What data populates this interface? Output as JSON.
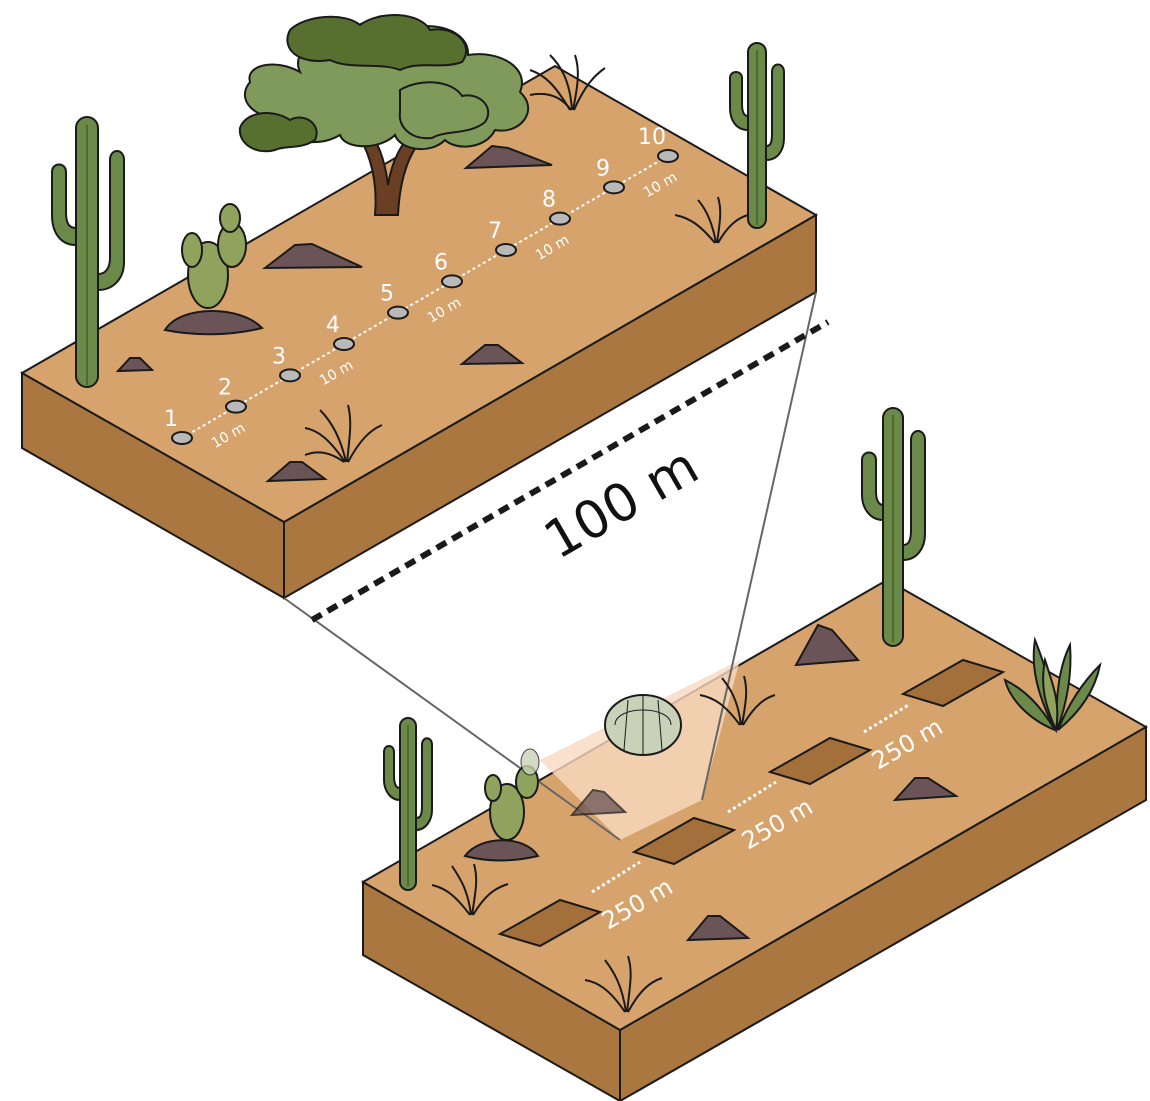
{
  "colors": {
    "ground_top": "#d7a36c",
    "ground_side": "#a9773f",
    "outline": "#1a1a1a",
    "rock": "#6a5457",
    "stone": "#b9b9b9",
    "cactus": "#6b8a4a",
    "cactus_dark": "#4e6a2f",
    "tree_canopy": "#7f9a5a",
    "tree_canopy_dark": "#57702f",
    "trunk": "#6b3f24",
    "plot": "#a36f3a",
    "projection": "#f7d9c0"
  },
  "distance_label": "100 m",
  "points": {
    "numbers": [
      "1",
      "2",
      "3",
      "4",
      "5",
      "6",
      "7",
      "8",
      "9",
      "10"
    ],
    "spacing_labels": [
      "10 m",
      "10 m",
      "10 m",
      "10 m",
      "10 m"
    ]
  },
  "plots": {
    "spacing_labels": [
      "250 m",
      "250 m",
      "250 m"
    ]
  },
  "icons": [
    "saguaro-cactus-icon",
    "prickly-pear-icon",
    "tree-icon",
    "rock-icon",
    "grass-tuft-icon",
    "barrel-cactus-icon",
    "agave-icon"
  ]
}
